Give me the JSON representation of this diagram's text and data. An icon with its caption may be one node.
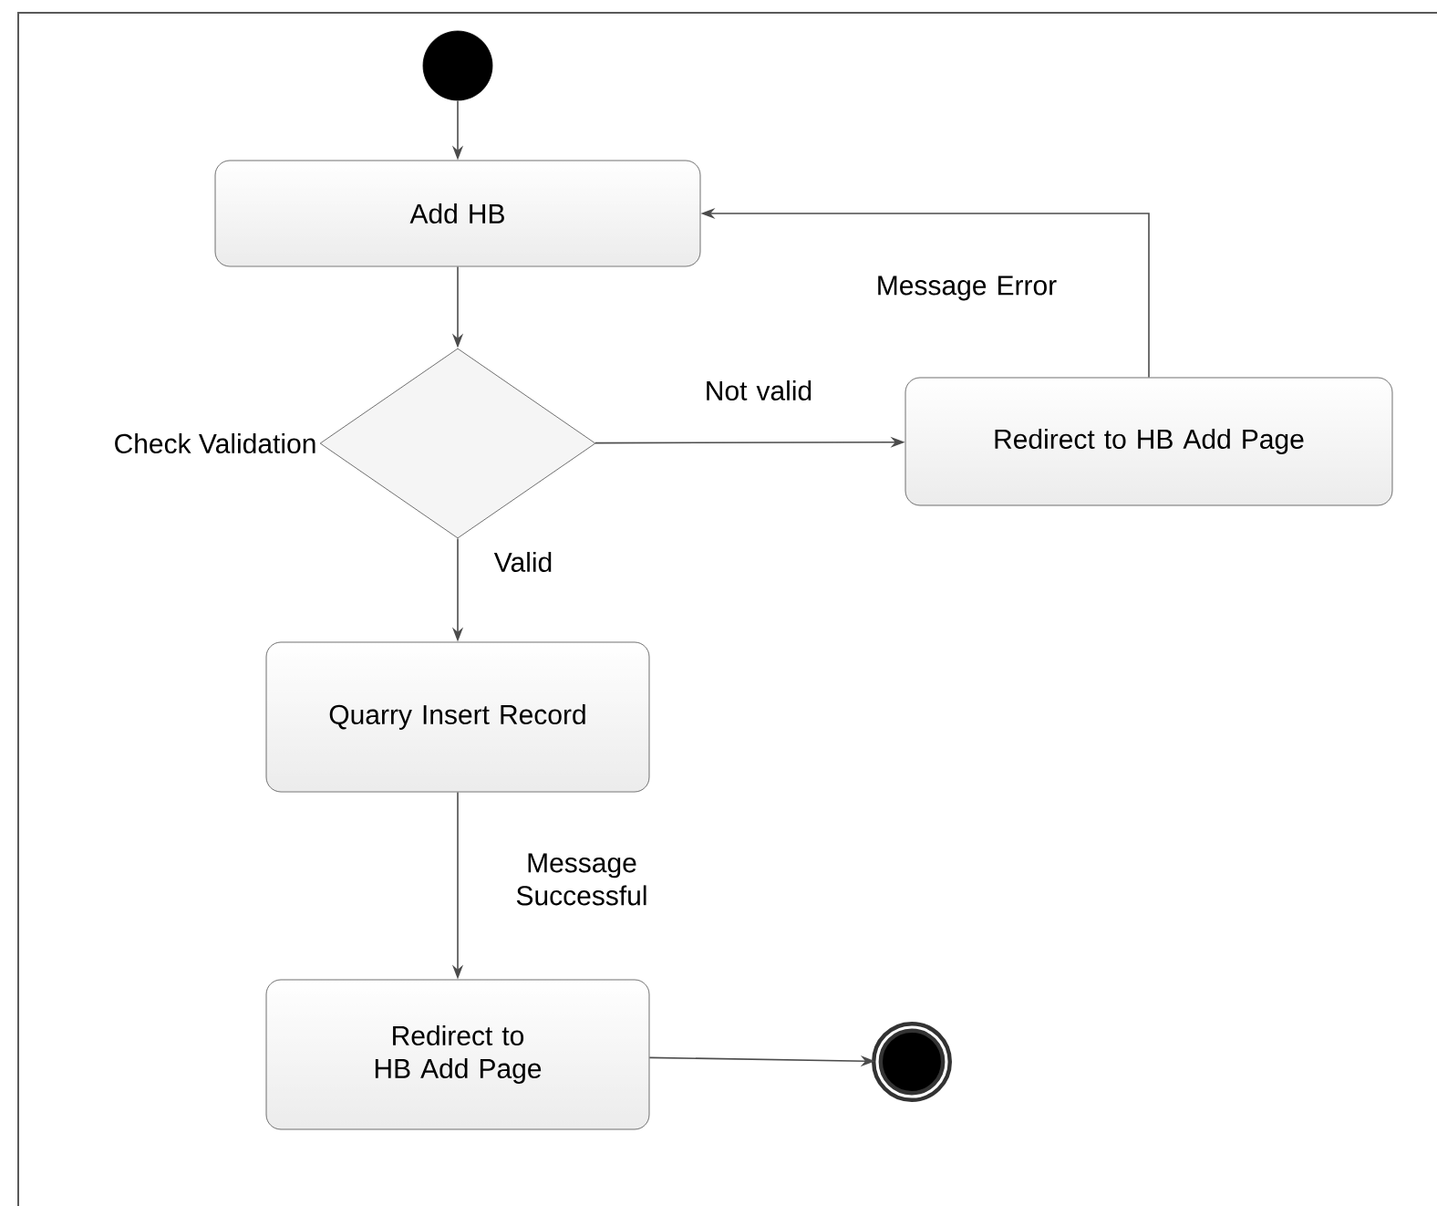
{
  "diagram": {
    "nodes": [
      {
        "text": [],
        "shape": "circle"
      },
      {
        "text": [
          "Add HB"
        ]
      },
      {
        "text": [],
        "shape": "diamond",
        "beside": [
          "Check Validation"
        ]
      },
      {
        "text": [
          "Redirect to HB Add Page"
        ]
      },
      {
        "text": [
          "Quarry Insert Record"
        ]
      },
      {
        "text": [
          "Redirect to HB Add Page"
        ]
      },
      {
        "text": [],
        "shape": "bullseye"
      }
    ],
    "edges": [
      {
        "from": 0,
        "to": 1,
        "arrow": "to"
      },
      {
        "from": 1,
        "to": 2,
        "arrow": "to"
      },
      {
        "from": 2,
        "to": 3,
        "arrow": "to",
        "label": "Not valid"
      },
      {
        "from": 3,
        "to": 1,
        "arrow": "to",
        "label": "Message Error"
      },
      {
        "from": 2,
        "to": 4,
        "arrow": "to",
        "label": "Valid"
      },
      {
        "from": 4,
        "to": 5,
        "arrow": "to",
        "label": "Message Successful"
      },
      {
        "from": 5,
        "to": 6,
        "arrow": "to"
      }
    ]
  }
}
